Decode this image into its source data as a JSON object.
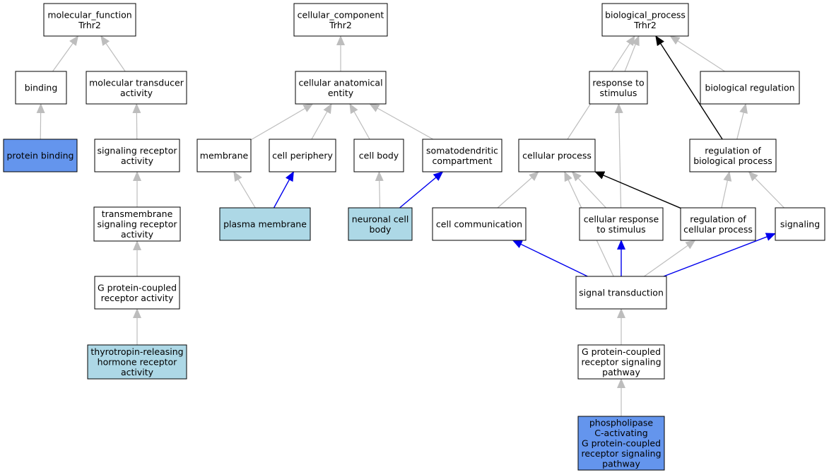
{
  "colors": {
    "default_fill": "#ffffff",
    "light_blue": "#add8e6",
    "cornflower": "#6495ed",
    "edge_gray": "#bdbdbd",
    "edge_blue": "#0000ee",
    "edge_black": "#000000"
  },
  "nodes": [
    {
      "id": "mf_root",
      "lines": [
        "molecular_function",
        "Trhr2"
      ],
      "fill": "default"
    },
    {
      "id": "binding",
      "lines": [
        "binding"
      ],
      "fill": "default"
    },
    {
      "id": "mol_transducer",
      "lines": [
        "molecular transducer",
        "activity"
      ],
      "fill": "default"
    },
    {
      "id": "protein_binding",
      "lines": [
        "protein binding"
      ],
      "fill": "cornflower"
    },
    {
      "id": "sig_receptor",
      "lines": [
        "signaling receptor",
        "activity"
      ],
      "fill": "default"
    },
    {
      "id": "tm_sig_receptor",
      "lines": [
        "transmembrane",
        "signaling receptor",
        "activity"
      ],
      "fill": "default"
    },
    {
      "id": "gpcr_activity",
      "lines": [
        "G protein-coupled",
        "receptor activity"
      ],
      "fill": "default"
    },
    {
      "id": "trh_receptor",
      "lines": [
        "thyrotropin-releasing",
        "hormone receptor",
        "activity"
      ],
      "fill": "light_blue"
    },
    {
      "id": "cc_root",
      "lines": [
        "cellular_component",
        "Trhr2"
      ],
      "fill": "default"
    },
    {
      "id": "cell_anat",
      "lines": [
        "cellular anatomical",
        "entity"
      ],
      "fill": "default"
    },
    {
      "id": "membrane",
      "lines": [
        "membrane"
      ],
      "fill": "default"
    },
    {
      "id": "cell_periphery",
      "lines": [
        "cell periphery"
      ],
      "fill": "default"
    },
    {
      "id": "cell_body",
      "lines": [
        "cell body"
      ],
      "fill": "default"
    },
    {
      "id": "somatodendritic",
      "lines": [
        "somatodendritic",
        "compartment"
      ],
      "fill": "default"
    },
    {
      "id": "plasma_membrane",
      "lines": [
        "plasma membrane"
      ],
      "fill": "light_blue"
    },
    {
      "id": "neuronal_body",
      "lines": [
        "neuronal cell",
        "body"
      ],
      "fill": "light_blue"
    },
    {
      "id": "bp_root",
      "lines": [
        "biological_process",
        "Trhr2"
      ],
      "fill": "default"
    },
    {
      "id": "resp_stimulus",
      "lines": [
        "response to",
        "stimulus"
      ],
      "fill": "default"
    },
    {
      "id": "bio_reg",
      "lines": [
        "biological regulation"
      ],
      "fill": "default"
    },
    {
      "id": "cell_process",
      "lines": [
        "cellular process"
      ],
      "fill": "default"
    },
    {
      "id": "reg_bio_process",
      "lines": [
        "regulation of",
        "biological process"
      ],
      "fill": "default"
    },
    {
      "id": "cell_comm",
      "lines": [
        "cell communication"
      ],
      "fill": "default"
    },
    {
      "id": "cell_resp_stim",
      "lines": [
        "cellular response",
        "to stimulus"
      ],
      "fill": "default"
    },
    {
      "id": "reg_cell_process",
      "lines": [
        "regulation of",
        "cellular process"
      ],
      "fill": "default"
    },
    {
      "id": "signaling",
      "lines": [
        "signaling"
      ],
      "fill": "default"
    },
    {
      "id": "signal_trans",
      "lines": [
        "signal transduction"
      ],
      "fill": "default"
    },
    {
      "id": "gpcr_pathway",
      "lines": [
        "G protein-coupled",
        "receptor signaling",
        "pathway"
      ],
      "fill": "default"
    },
    {
      "id": "plc_pathway",
      "lines": [
        "phospholipase",
        "C-activating",
        "G protein-coupled",
        "receptor signaling",
        "pathway"
      ],
      "fill": "cornflower"
    }
  ],
  "edges": [
    {
      "from": "binding",
      "to": "mf_root",
      "color": "gray"
    },
    {
      "from": "mol_transducer",
      "to": "mf_root",
      "color": "gray"
    },
    {
      "from": "protein_binding",
      "to": "binding",
      "color": "gray"
    },
    {
      "from": "sig_receptor",
      "to": "mol_transducer",
      "color": "gray"
    },
    {
      "from": "tm_sig_receptor",
      "to": "sig_receptor",
      "color": "gray"
    },
    {
      "from": "gpcr_activity",
      "to": "tm_sig_receptor",
      "color": "gray"
    },
    {
      "from": "trh_receptor",
      "to": "gpcr_activity",
      "color": "gray"
    },
    {
      "from": "cell_anat",
      "to": "cc_root",
      "color": "gray"
    },
    {
      "from": "membrane",
      "to": "cell_anat",
      "color": "gray"
    },
    {
      "from": "cell_periphery",
      "to": "cell_anat",
      "color": "gray"
    },
    {
      "from": "cell_body",
      "to": "cell_anat",
      "color": "gray"
    },
    {
      "from": "somatodendritic",
      "to": "cell_anat",
      "color": "gray"
    },
    {
      "from": "plasma_membrane",
      "to": "membrane",
      "color": "gray"
    },
    {
      "from": "plasma_membrane",
      "to": "cell_periphery",
      "color": "blue"
    },
    {
      "from": "neuronal_body",
      "to": "cell_body",
      "color": "gray"
    },
    {
      "from": "neuronal_body",
      "to": "somatodendritic",
      "color": "blue"
    },
    {
      "from": "resp_stimulus",
      "to": "bp_root",
      "color": "gray"
    },
    {
      "from": "bio_reg",
      "to": "bp_root",
      "color": "gray"
    },
    {
      "from": "cell_process",
      "to": "bp_root",
      "color": "gray"
    },
    {
      "from": "reg_bio_process",
      "to": "bp_root",
      "color": "black"
    },
    {
      "from": "reg_bio_process",
      "to": "bio_reg",
      "color": "gray"
    },
    {
      "from": "cell_comm",
      "to": "cell_process",
      "color": "gray"
    },
    {
      "from": "cell_resp_stim",
      "to": "cell_process",
      "color": "gray"
    },
    {
      "from": "cell_resp_stim",
      "to": "resp_stimulus",
      "color": "gray"
    },
    {
      "from": "reg_cell_process",
      "to": "cell_process",
      "color": "black"
    },
    {
      "from": "reg_cell_process",
      "to": "reg_bio_process",
      "color": "gray"
    },
    {
      "from": "signaling",
      "to": "reg_bio_process",
      "color": "gray"
    },
    {
      "from": "signal_trans",
      "to": "cell_comm",
      "color": "blue"
    },
    {
      "from": "signal_trans",
      "to": "cell_resp_stim",
      "color": "blue"
    },
    {
      "from": "signal_trans",
      "to": "signaling",
      "color": "blue"
    },
    {
      "from": "signal_trans",
      "to": "reg_cell_process",
      "color": "gray"
    },
    {
      "from": "signal_trans",
      "to": "cell_process",
      "color": "gray"
    },
    {
      "from": "gpcr_pathway",
      "to": "signal_trans",
      "color": "gray"
    },
    {
      "from": "plc_pathway",
      "to": "gpcr_pathway",
      "color": "gray"
    }
  ]
}
